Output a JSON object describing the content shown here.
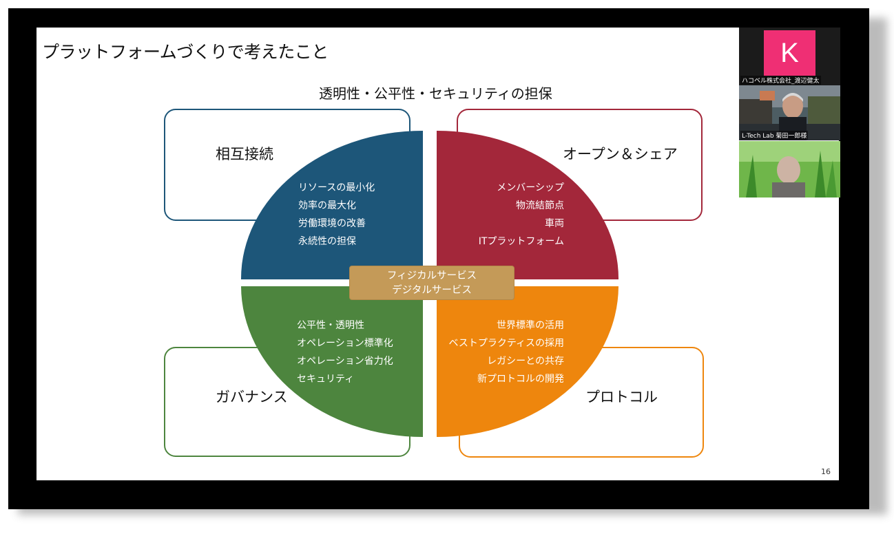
{
  "slide": {
    "title": "プラットフォームづくりで考えたこと",
    "subtitle": "透明性・公平性・セキュリティの担保",
    "page_number": "16",
    "center_label_1": "フィジカルサービス",
    "center_label_2": "デジタルサービス",
    "quadrants": {
      "top_left": {
        "label": "相互接続",
        "color": "#1d5679",
        "items": [
          "リソースの最小化",
          "効率の最大化",
          "労働環境の改善",
          "永続性の担保"
        ]
      },
      "top_right": {
        "label": "オープン＆シェア",
        "color": "#a3273a",
        "items": [
          "メンバーシップ",
          "物流結節点",
          "車両",
          "ITプラットフォーム"
        ]
      },
      "bottom_left": {
        "label": "ガバナンス",
        "color": "#4d853e",
        "items": [
          "公平性・透明性",
          "オペレーション標準化",
          "オペレーション省力化",
          "セキュリティ"
        ]
      },
      "bottom_right": {
        "label": "プロトコル",
        "color": "#ee860d",
        "items": [
          "世界標準の活用",
          "ベストプラクティスの採用",
          "レガシーとの共存",
          "新プロトコルの開発"
        ]
      }
    }
  },
  "participants": [
    {
      "avatar_letter": "K",
      "name": "ハコベル株式会社_渡辺健太",
      "avatar_color": "#ef2f74"
    },
    {
      "name": "L-Tech Lab 菊田一郎様"
    },
    {
      "name": ""
    }
  ]
}
